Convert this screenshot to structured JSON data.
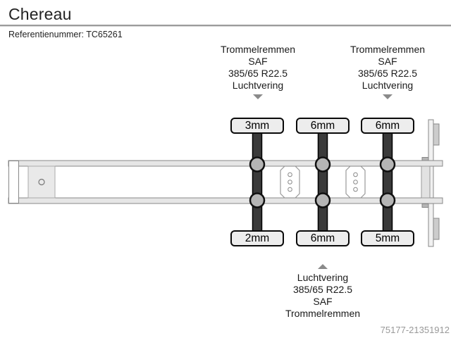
{
  "header": {
    "title": "Chereau",
    "reference": "Referentienummer: TC65261"
  },
  "annotations": {
    "top": [
      {
        "lines": [
          "Trommelremmen",
          "SAF",
          "385/65 R22.5",
          "Luchtvering"
        ]
      },
      {
        "lines": [
          "Trommelremmen",
          "SAF",
          "385/65 R22.5",
          "Luchtvering"
        ]
      }
    ],
    "bottom": {
      "lines": [
        "Luchtvering",
        "385/65 R22.5",
        "SAF",
        "Trommelremmen"
      ]
    }
  },
  "tread": {
    "top_row": [
      "3mm",
      "6mm",
      "6mm"
    ],
    "bottom_row": [
      "2mm",
      "6mm",
      "5mm"
    ]
  },
  "watermark": "75177-21351912",
  "colors": {
    "axle": "#3a3a3a",
    "wheel_hub": "#b5b5b5",
    "box_fill": "#ededed",
    "rail_fill": "#e6e6e6",
    "outline": "#888888",
    "arrow": "#8a8a8a",
    "header_rule": "#9b9b9b",
    "watermark_text": "#999999"
  }
}
